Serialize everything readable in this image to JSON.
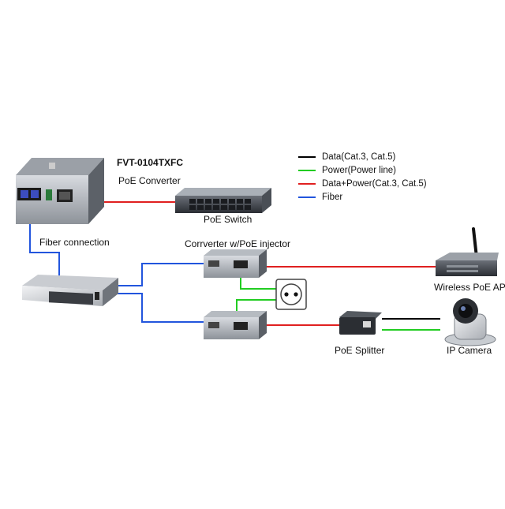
{
  "title": "FVT-0104TXFC",
  "labels": {
    "poe_converter": "PoE Converter",
    "poe_switch": "PoE Switch",
    "fiber_connection": "Fiber connection",
    "converter_injector": "Corrverter w/PoE injector",
    "wireless_ap": "Wireless PoE AP",
    "poe_splitter": "PoE Splitter",
    "ip_camera": "IP Camera"
  },
  "legend": [
    {
      "label": "Data(Cat.3, Cat.5)",
      "color": "#000000"
    },
    {
      "label": "Power(Power line)",
      "color": "#22cc22"
    },
    {
      "label": "Data+Power(Cat.3, Cat.5)",
      "color": "#e02020"
    },
    {
      "label": "Fiber",
      "color": "#2255dd"
    }
  ],
  "colors": {
    "data": "#000000",
    "power": "#22cc22",
    "data_power": "#e02020",
    "fiber": "#2255dd"
  },
  "icons": {
    "media_converter": "poe-converter-device",
    "switch": "poe-switch-device",
    "fiber_hub": "fiber-converter-device",
    "injector": "converter-injector-device",
    "outlet": "power-outlet-icon",
    "router": "wireless-ap-device",
    "splitter": "poe-splitter-device",
    "camera": "ip-camera-device"
  }
}
